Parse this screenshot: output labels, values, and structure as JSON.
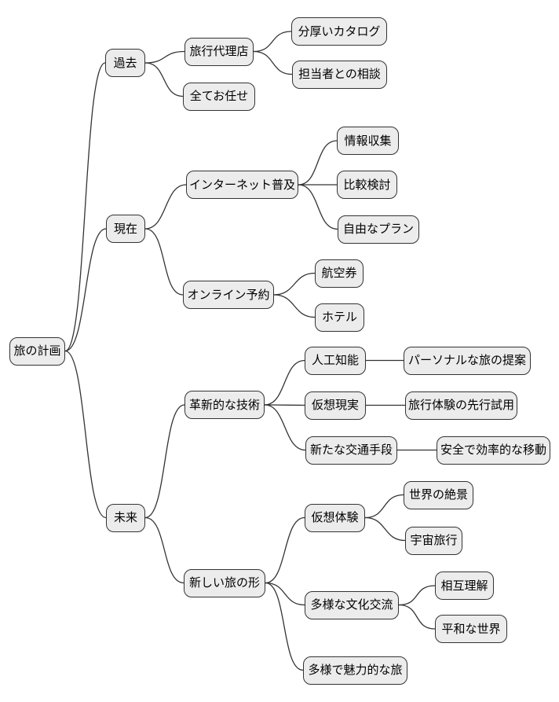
{
  "diagram": {
    "type": "mindmap-tree",
    "orientation": "left-to-right",
    "colors": {
      "background": "#ffffff",
      "node_fill": "#ececec",
      "node_border": "#333333",
      "edge": "#333333",
      "text": "#000000"
    },
    "nodes": [
      {
        "id": "trip-planning",
        "label": "旅の計画",
        "parent": null
      },
      {
        "id": "past",
        "label": "過去",
        "parent": "trip-planning"
      },
      {
        "id": "travel-agency",
        "label": "旅行代理店",
        "parent": "past"
      },
      {
        "id": "thick-catalog",
        "label": "分厚いカタログ",
        "parent": "travel-agency"
      },
      {
        "id": "agent-consultation",
        "label": "担当者との相談",
        "parent": "travel-agency"
      },
      {
        "id": "leave-it-all",
        "label": "全てお任せ",
        "parent": "past"
      },
      {
        "id": "present",
        "label": "現在",
        "parent": "trip-planning"
      },
      {
        "id": "internet-spread",
        "label": "インターネット普及",
        "parent": "present"
      },
      {
        "id": "info-gathering",
        "label": "情報収集",
        "parent": "internet-spread"
      },
      {
        "id": "comparison",
        "label": "比較検討",
        "parent": "internet-spread"
      },
      {
        "id": "free-plan",
        "label": "自由なプラン",
        "parent": "internet-spread"
      },
      {
        "id": "online-booking",
        "label": "オンライン予約",
        "parent": "present"
      },
      {
        "id": "flight-tickets",
        "label": "航空券",
        "parent": "online-booking"
      },
      {
        "id": "hotel",
        "label": "ホテル",
        "parent": "online-booking"
      },
      {
        "id": "future",
        "label": "未来",
        "parent": "trip-planning"
      },
      {
        "id": "innovative-tech",
        "label": "革新的な技術",
        "parent": "future"
      },
      {
        "id": "ai",
        "label": "人工知能",
        "parent": "innovative-tech"
      },
      {
        "id": "personal-trip-proposal",
        "label": "パーソナルな旅の提案",
        "parent": "ai"
      },
      {
        "id": "virtual-reality",
        "label": "仮想現実",
        "parent": "innovative-tech"
      },
      {
        "id": "travel-pretrial",
        "label": "旅行体験の先行試用",
        "parent": "virtual-reality"
      },
      {
        "id": "new-transport",
        "label": "新たな交通手段",
        "parent": "innovative-tech"
      },
      {
        "id": "safe-efficient-mobility",
        "label": "安全で効率的な移動",
        "parent": "new-transport"
      },
      {
        "id": "new-travel-forms",
        "label": "新しい旅の形",
        "parent": "future"
      },
      {
        "id": "virtual-experience",
        "label": "仮想体験",
        "parent": "new-travel-forms"
      },
      {
        "id": "world-scenery",
        "label": "世界の絶景",
        "parent": "virtual-experience"
      },
      {
        "id": "space-travel",
        "label": "宇宙旅行",
        "parent": "virtual-experience"
      },
      {
        "id": "cultural-exchange",
        "label": "多様な文化交流",
        "parent": "new-travel-forms"
      },
      {
        "id": "mutual-understanding",
        "label": "相互理解",
        "parent": "cultural-exchange"
      },
      {
        "id": "peaceful-world",
        "label": "平和な世界",
        "parent": "cultural-exchange"
      },
      {
        "id": "diverse-attractive-travel",
        "label": "多様で魅力的な旅",
        "parent": "new-travel-forms"
      }
    ]
  }
}
